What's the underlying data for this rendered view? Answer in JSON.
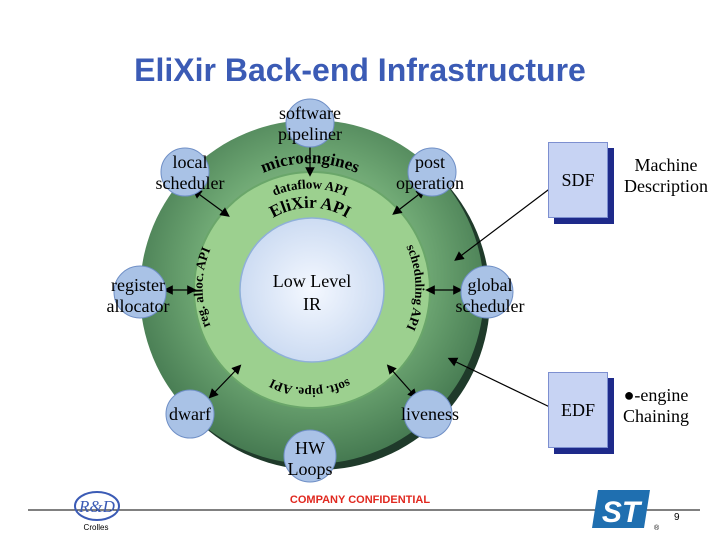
{
  "slide": {
    "title": "EliXir Back-end Infrastructure",
    "footer_confidential": "COMPANY CONFIDENTIAL",
    "page_number": "9"
  },
  "diagram": {
    "center_label": "Low Level IR",
    "ring_labels": {
      "elixir_api": "EliXir API",
      "microengines": "microengines",
      "dataflow_api": "dataflow API",
      "reg_alloc_api": "reg. alloc. API",
      "scheduling_api": "scheduling API",
      "soft_pipe_api": "soft. pipe. API"
    },
    "nodes": {
      "software_pipeliner": "software pipeliner",
      "local_scheduler": "local scheduler",
      "post_operation": "post operation",
      "register_allocator": "register allocator",
      "global_scheduler": "global scheduler",
      "dwarf": "dwarf",
      "liveness": "liveness",
      "hw_loops": "HW Loops"
    },
    "boxes": {
      "sdf": "SDF",
      "edf": "EDF"
    },
    "side_notes": {
      "machine_description": "Machine Description",
      "engine_chaining": "●-engine Chaining"
    }
  },
  "logos": {
    "rd_logo_text": "R&D",
    "rd_logo_sub": "Crolles",
    "st_logo_text": "ST"
  },
  "colors": {
    "title": "#3b5bb5",
    "node_fill": "#a9c2e6",
    "box_fill": "#c7d3f3",
    "box_shadow": "#1e2a8a",
    "outer_disk": "#4f8a5d",
    "confidential": "#e0281f",
    "st_logo": "#1f6fb0"
  }
}
